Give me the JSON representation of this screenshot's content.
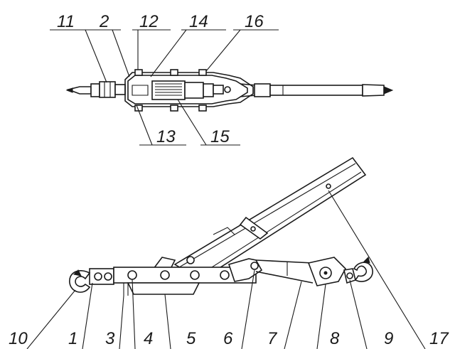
{
  "colors": {
    "ink": "#1a1a1a",
    "paper": "#ffffff"
  },
  "top_view": {
    "callouts": [
      {
        "id": "c11",
        "text": "11"
      },
      {
        "id": "c2",
        "text": "2"
      },
      {
        "id": "c12",
        "text": "12"
      },
      {
        "id": "c14",
        "text": "14"
      },
      {
        "id": "c16",
        "text": "16"
      },
      {
        "id": "c13",
        "text": "13"
      },
      {
        "id": "c15",
        "text": "15"
      }
    ]
  },
  "side_view": {
    "callouts": [
      {
        "id": "c10",
        "text": "10"
      },
      {
        "id": "c1",
        "text": "1"
      },
      {
        "id": "c3",
        "text": "3"
      },
      {
        "id": "c4",
        "text": "4"
      },
      {
        "id": "c5",
        "text": "5"
      },
      {
        "id": "c6",
        "text": "6"
      },
      {
        "id": "c7",
        "text": "7"
      },
      {
        "id": "c8",
        "text": "8"
      },
      {
        "id": "c9",
        "text": "9"
      },
      {
        "id": "c17",
        "text": "17"
      }
    ]
  }
}
